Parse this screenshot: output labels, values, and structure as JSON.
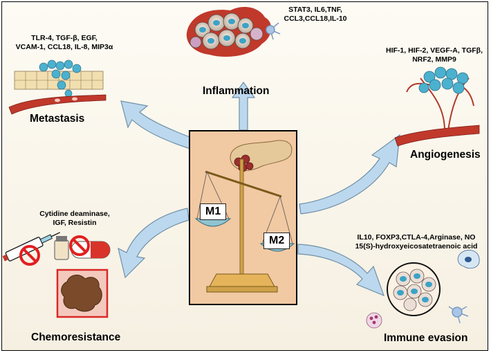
{
  "center": {
    "m1_label": "M1",
    "m2_label": "M2"
  },
  "inflammation": {
    "markers_line1": "STAT3, IL6,TNF,",
    "markers_line2": "CCL3,CCL18,IL-10",
    "title": "Inflammation"
  },
  "metastasis": {
    "markers_line1": "TLR-4, TGF-β, EGF,",
    "markers_line2": "VCAM-1, CCL18, IL-8, MIP3α",
    "title": "Metastasis"
  },
  "angiogenesis": {
    "markers_line1": "HIF-1, HIF-2, VEGF-A, TGFβ,",
    "markers_line2": "NRF2, MMP9",
    "title": "Angiogenesis"
  },
  "chemoresistance": {
    "markers_line1": "Cytidine deaminase,",
    "markers_line2": "IGF, Resistin",
    "title": "Chemoresistance"
  },
  "immune_evasion": {
    "markers_line1": "IL10, FOXP3,CTLA-4,Arginase, NO",
    "markers_line2": "15(S)-hydroxyeicosatetraenoic acid",
    "title": "Immune evasion"
  },
  "colors": {
    "arrow_fill": "#bcd8ee",
    "background": "#fbf8ef",
    "center_box": "#f1c9a3",
    "cell_blue": "#4bb1cf",
    "vessel_red": "#c0392b",
    "nucleus_teal": "#3ba3c6"
  }
}
